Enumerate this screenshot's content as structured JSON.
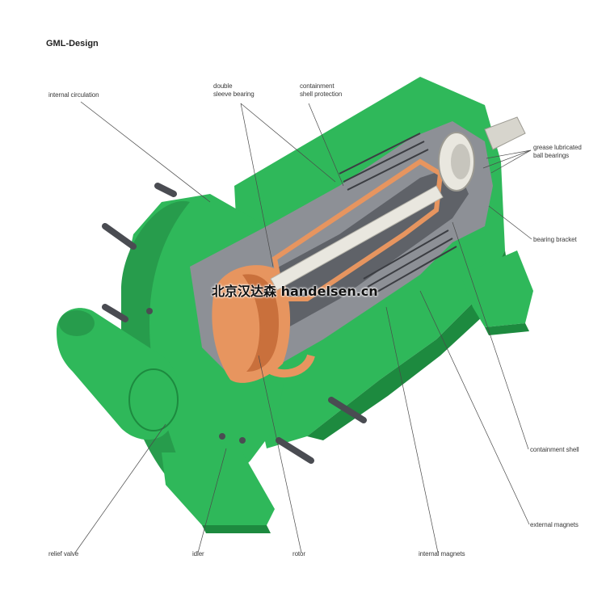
{
  "title": "GML-Design",
  "watermark": "北京汉达森 handelsen.cn",
  "colors": {
    "green": "#2fb85a",
    "green_dark": "#1d8a3f",
    "gray": "#8d9096",
    "gray_dark": "#5f6268",
    "copper": "#e7955f",
    "steel": "#e9e7df"
  },
  "labels": {
    "internal_circulation": "internal circulation",
    "double_sleeve_bearing": "double\nsleeve bearing",
    "containment_shell_protection": "containment\nshell protection",
    "grease_lubricated_ball_bearings": "grease lubricated\nball bearings",
    "bearing_bracket": "bearing bracket",
    "containment_shell": "containment shell",
    "external_magnets": "external magnets",
    "internal_magnets": "internal magnets",
    "rotor": "rotor",
    "idler": "idler",
    "relief_valve": "relief valve"
  }
}
